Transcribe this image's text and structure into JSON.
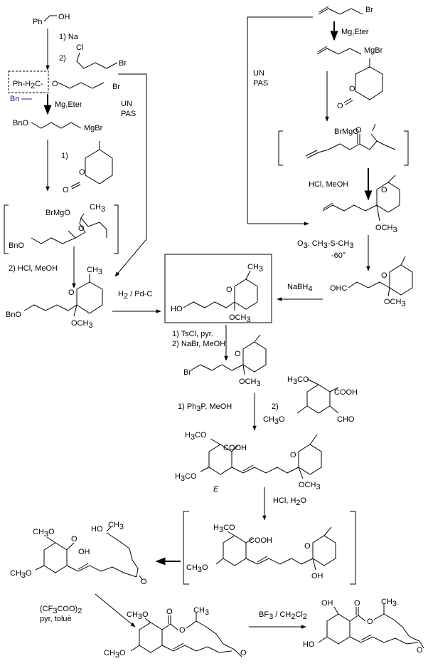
{
  "diagram": {
    "top_left": {
      "start": "Ph",
      "start_oh": "OH",
      "step1_label": "1)  Na",
      "step2_label": "2)",
      "cl": "Cl",
      "br": "Br",
      "ether_ph": "Ph-H",
      "ether_c": "C-",
      "ether_o": "O",
      "bn_label": "Bn",
      "mg_eter": "Mg,Eter",
      "bno": "BnO",
      "mgbr": "MgBr",
      "step1b": "1)",
      "lactone_o": "O",
      "lactone_o2": "O",
      "brmgo": "BrMgO",
      "ch3": "CH",
      "ketone_o": "O",
      "bno2": "BnO",
      "hcl_meoh": "2)  HCl, MeOH",
      "un": "UN",
      "pas": "PAS"
    },
    "ketal_bn": {
      "o": "O",
      "ch3": "CH",
      "bno": "BnO",
      "och3": "OCH"
    },
    "h2_pdc": "H",
    "h2_pdc_rest": " / Pd-C",
    "boxed": {
      "ho": "HO",
      "o": "O",
      "ch3": "CH",
      "och3": "OCH"
    },
    "top_right": {
      "br": "Br",
      "mg_eter": "Mg,Eter",
      "mgbr": "MgBr",
      "un": "UN",
      "pas": "PAS",
      "lac_o": "O",
      "lac_o2": "O",
      "brmgo": "BrMgO",
      "ketone_o": "O",
      "hcl_meoh": "HCl, MeOH",
      "ketal_o": "O",
      "ketal_och3": "OCH",
      "o3": "O",
      "ch3sch3": ", CH",
      "ch3sch3b": "-S-CH",
      "minus60": "-60°",
      "ohc": "OHC",
      "ald_o": "O",
      "ald_och3": "OCH",
      "nabh4": "NaBH"
    },
    "middle": {
      "tscl": "1)  TsCl, pyr.",
      "nabr": "2)  NaBr, MeOH",
      "br": "Br",
      "o": "O",
      "och3": "OCH",
      "ph3p": "1)  Ph",
      "ph3p_rest": "P, MeOH",
      "step2": "2)",
      "aldehyde_h3co": "H",
      "aldehyde_och3_top": "CO",
      "cooh": "COOH",
      "cho": "CHO",
      "ch3o": "CH",
      "ch3o_rest": "O"
    },
    "wittig_product": {
      "h3co": "H",
      "h3co_rest": "CO",
      "cooh": "COOH",
      "o": "O",
      "och3": "OCH",
      "ch3o": "H",
      "ch3o_rest": "CO",
      "e_label": "E",
      "hcl_h2o": "HCl, H"
    },
    "hemiketal": {
      "h3co": "H",
      "h3co_rest": "CO",
      "cooh": "COOH",
      "o": "O",
      "oh": "OH",
      "ch3o": "CH",
      "ch3o_rest": "O"
    },
    "hydroxy_acid": {
      "ch3": "CH",
      "o": "O",
      "oh": "OH",
      "ho": "HO",
      "ketone_o": "O",
      "ch3o": "CH",
      "ch3o_rest": "O"
    },
    "bottom": {
      "tfaa": "(CF",
      "tfaa_rest": "COO)",
      "pyr_toluene": "pyr, toluè",
      "ch3o_top": "CH",
      "lactone_o": "O",
      "lactone_o2": "O",
      "ketone_o": "O",
      "ch3o": "CH",
      "ch3o_rest": "O",
      "bf3": "BF",
      "bf3_rest": " / CH",
      "bf3_cl": "Cl",
      "oh_top": "OH",
      "ho_bottom": "HO",
      "final_o": "O",
      "final_o2": "O",
      "final_ketone": "O"
    },
    "subs": {
      "two": "2",
      "three": "3",
      "four": "4"
    }
  }
}
